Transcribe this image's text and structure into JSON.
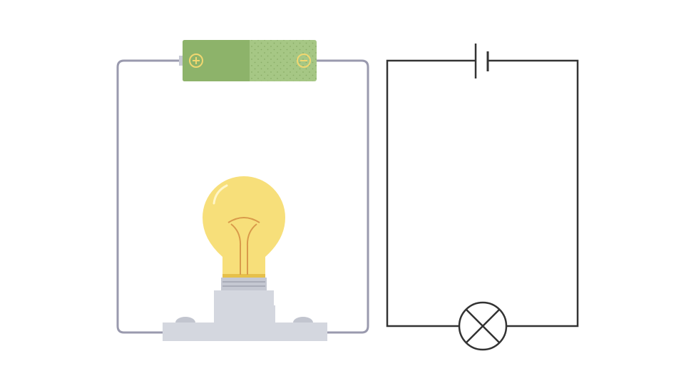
{
  "colors": {
    "wire": "#9a9aae",
    "battery_dark": "#8db36a",
    "battery_light": "#a6c785",
    "terminal_symbol": "#f1d770",
    "bulb_glass": "#f7df7a",
    "filament": "#d99a4a",
    "base": "#d4d7df",
    "schematic_line": "#333333"
  },
  "illustration": {
    "battery": {
      "positive_icon": "plus-circle-icon",
      "negative_icon": "minus-circle-icon"
    },
    "lamp": "light-bulb"
  },
  "schematic": {
    "cell_symbol": "cell",
    "lamp_symbol": "lamp-cross-circle"
  }
}
